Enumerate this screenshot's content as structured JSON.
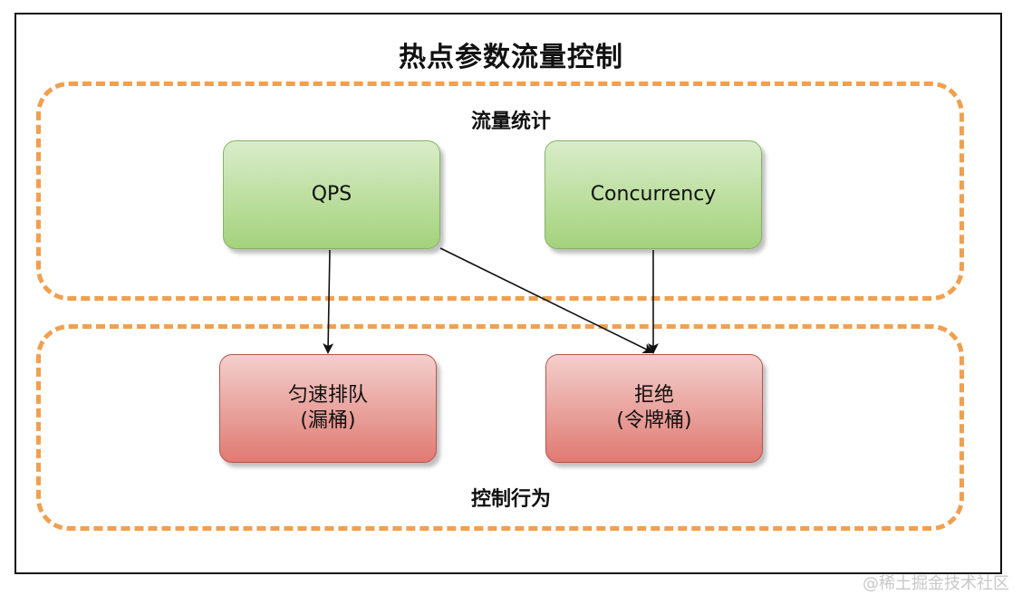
{
  "title": "热点参数流量控制",
  "groups": {
    "stats": {
      "label": "流量统计"
    },
    "control": {
      "label": "控制行为"
    }
  },
  "nodes": {
    "qps": {
      "label": "QPS"
    },
    "concurrency": {
      "label": "Concurrency"
    },
    "leaky": {
      "line1": "匀速排队",
      "line2": "(漏桶)"
    },
    "reject": {
      "line1": "拒绝",
      "line2": "(令牌桶)"
    }
  },
  "colors": {
    "group_border": "#f0a050",
    "green_fill": "#a4d27c",
    "green_border": "#82b366",
    "red_fill": "#e07a72",
    "red_border": "#b85450"
  },
  "watermark": "@稀土掘金技术社区"
}
